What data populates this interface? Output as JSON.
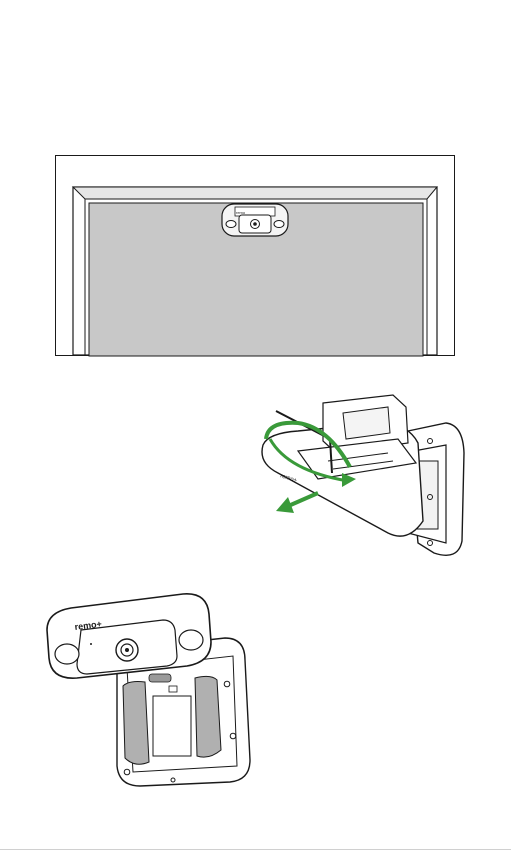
{
  "illustrations": {
    "door_mount": {
      "icon": "door-with-mounted-camera-icon",
      "brand_text": "remo"
    },
    "bracket_release": {
      "icon": "hex-key-rotate-bracket-icon",
      "brand_text": "remo+",
      "arrow_color": "#3a9a3a"
    },
    "camera_unit": {
      "icon": "camera-unit-angle-view-icon",
      "brand_text": "remo+"
    }
  },
  "colors": {
    "door_fill": "#c8c8c8",
    "line": "#1a1a1a",
    "accent_green": "#3a9a3a"
  }
}
